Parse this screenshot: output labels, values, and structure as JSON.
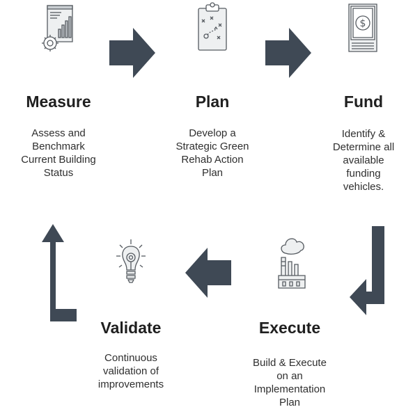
{
  "colors": {
    "arrow": "#3f4955",
    "icon_stroke": "#555a60",
    "icon_fill": "#e8e9ea",
    "text": "#2f2f2f"
  },
  "steps": [
    {
      "title": "Measure",
      "description": "Assess and\nBenchmark\nCurrent Building\nStatus",
      "icon": "report-gear-icon"
    },
    {
      "title": "Plan",
      "description": "Develop a\nStrategic Green\nRehab Action\nPlan",
      "icon": "clipboard-strategy-icon"
    },
    {
      "title": "Fund",
      "description": "Identify &\nDetermine all\navailable\nfunding\nvehicles.",
      "icon": "dollar-bill-icon"
    },
    {
      "title": "Execute",
      "description": "Build & Execute\non an\nImplementation\nPlan",
      "icon": "factory-icon"
    },
    {
      "title": "Validate",
      "description": "Continuous\nvalidation of\nimprovements",
      "icon": "lightbulb-icon"
    }
  ]
}
